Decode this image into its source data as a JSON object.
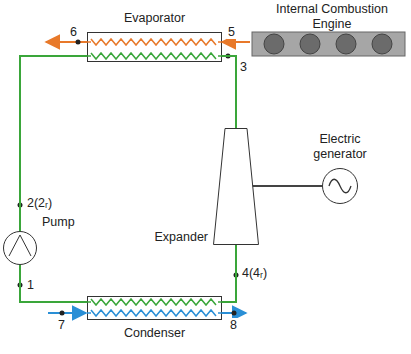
{
  "diagram": {
    "nodes": [
      {
        "text": [
          "Evaporator"
        ]
      },
      {
        "text": [
          "Internal Combustion Engine"
        ]
      },
      {
        "text": [
          "Expander"
        ]
      },
      {
        "text": [
          "Electric generator"
        ]
      },
      {
        "text": [
          "Pump"
        ]
      },
      {
        "text": [
          "Condenser"
        ]
      }
    ],
    "edges": [
      {
        "from": 1,
        "to": 0,
        "arrow": "to"
      },
      {
        "from": 0,
        "to": 2,
        "arrow": "none"
      },
      {
        "from": 2,
        "to": 3,
        "arrow": "none"
      },
      {
        "from": 2,
        "to": 5,
        "arrow": "none"
      },
      {
        "from": 5,
        "to": 4,
        "arrow": "none"
      },
      {
        "from": 4,
        "to": 0,
        "arrow": "none"
      }
    ],
    "labels": [
      "6",
      "5",
      "3",
      "2(2ᵣ)",
      "1",
      "4(4ᵣ)",
      "7",
      "8"
    ]
  }
}
